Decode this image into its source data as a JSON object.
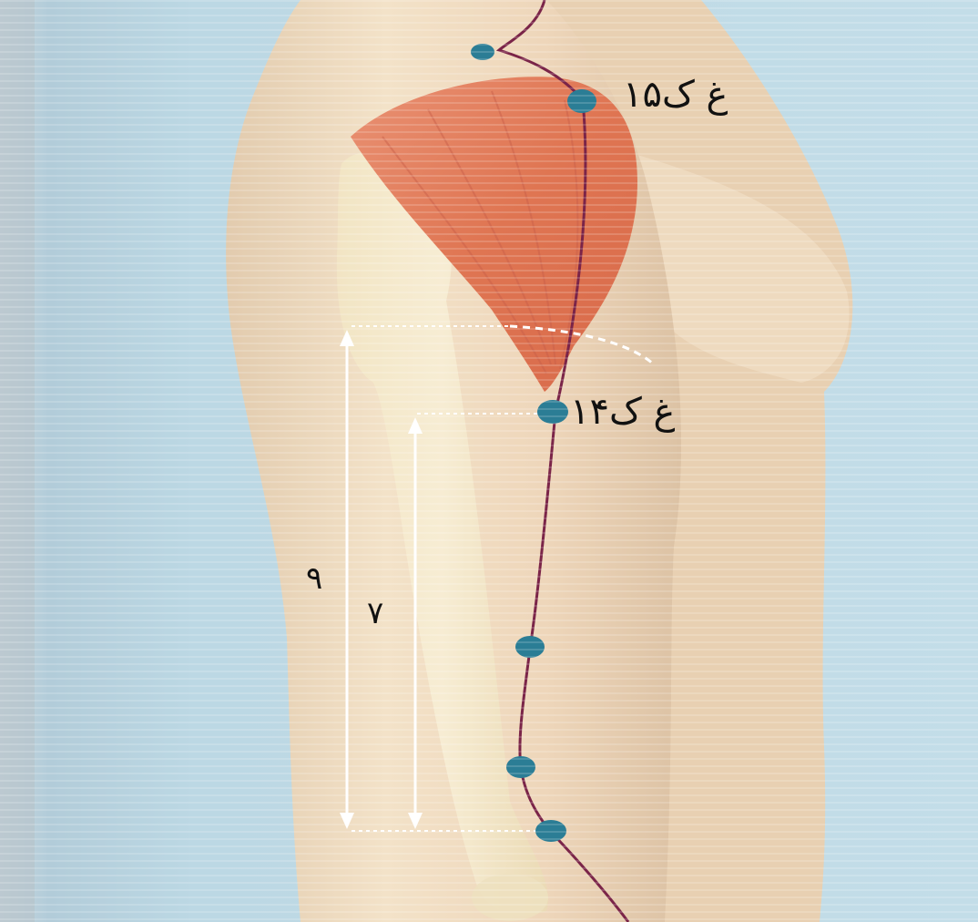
{
  "labels": {
    "point_upper": "غ ک۱۵",
    "point_lower": "غ ک۱۴",
    "measure_outer": "۹",
    "measure_inner": "۷"
  },
  "colors": {
    "background_blue": "#b9d6e2",
    "skin": "#efd9bd",
    "muscle": "#e07a58",
    "meridian_line": "#7a2448",
    "acupoint": "#2b7d95",
    "measure_arrow": "#ffffff"
  },
  "acupoints_visible": 6
}
